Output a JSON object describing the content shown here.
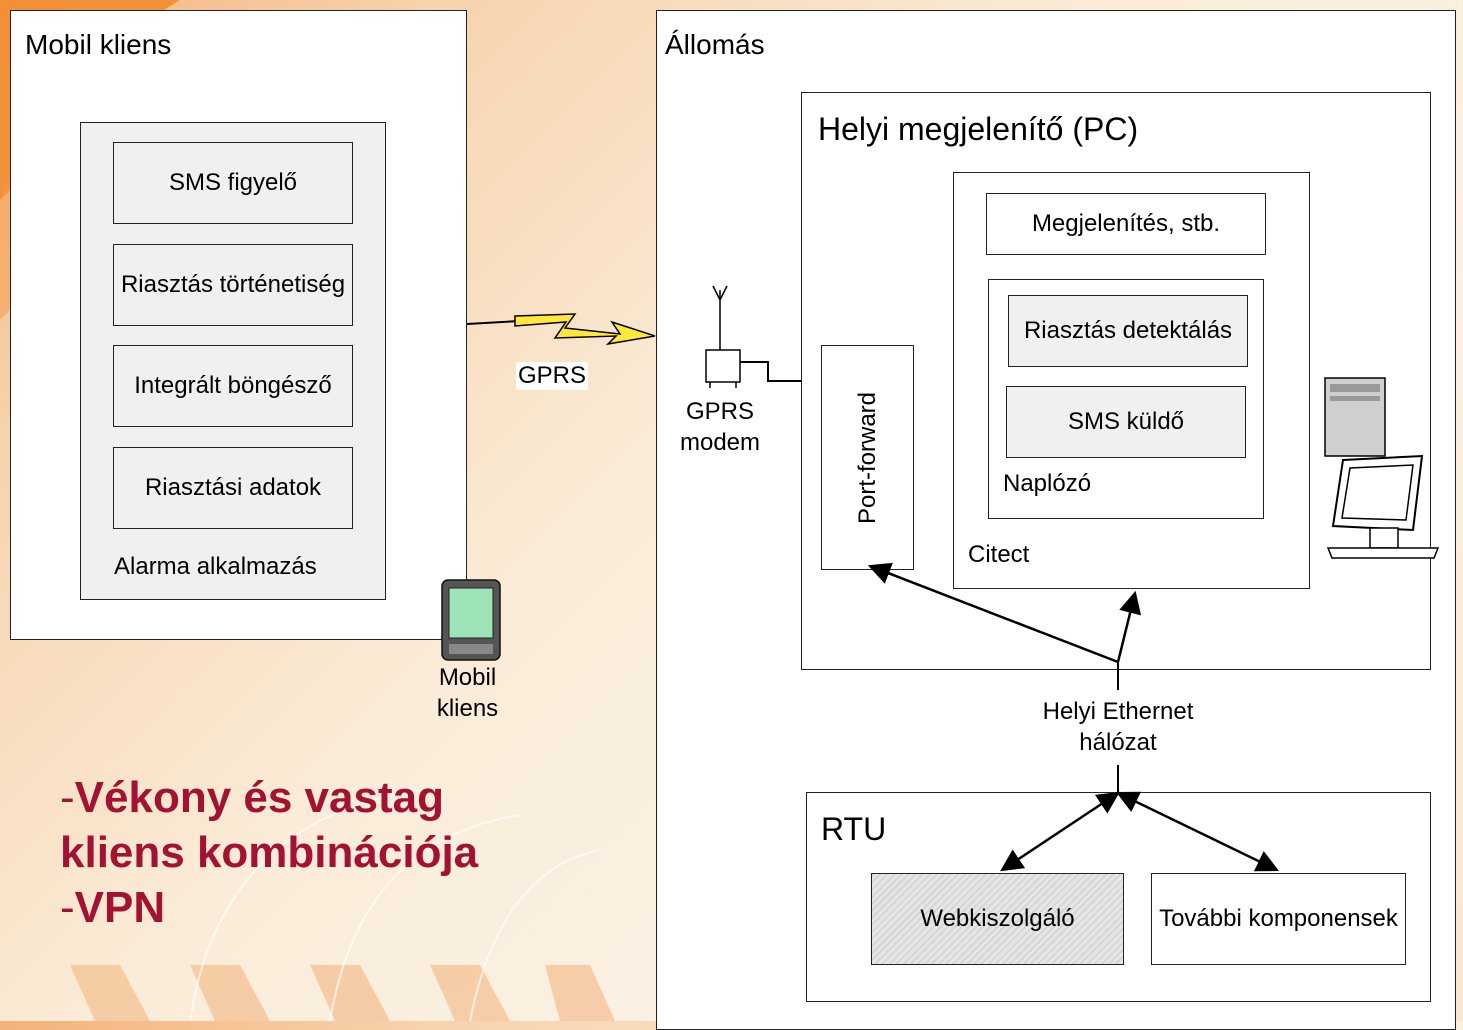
{
  "mobile_panel": {
    "title": "Mobil kliens",
    "app_group_label": "Alarma alkalmazás",
    "modules": [
      "SMS figyelő",
      "Riasztás történetiség",
      "Integrált böngésző",
      "Riasztási adatok"
    ],
    "device_label": "Mobil kliens"
  },
  "link": {
    "label": "GPRS"
  },
  "station_panel": {
    "title": "Állomás",
    "modem_label": "GPRS modem",
    "pc": {
      "title": "Helyi megjelenítő (PC)",
      "port_forward": "Port-forward",
      "display": "Megjelenítés, stb.",
      "logger_label": "Naplózó",
      "alarm_detect": "Riasztás detektálás",
      "sms_sender": "SMS küldő",
      "citect_label": "Citect"
    },
    "ethernet_label": "Helyi Ethernet hálózat",
    "rtu": {
      "title": "RTU",
      "webserver": "Webkiszolgáló",
      "other": "További komponensek"
    }
  },
  "notes": {
    "line1_dash": "-",
    "line1": "Vékony és vastag kliens kombinációja",
    "line2_dash": "-",
    "line2": "VPN"
  },
  "colors": {
    "accent_text": "#a31232",
    "box_fill": "#ffffff",
    "module_fill": "#f0f0f0"
  }
}
